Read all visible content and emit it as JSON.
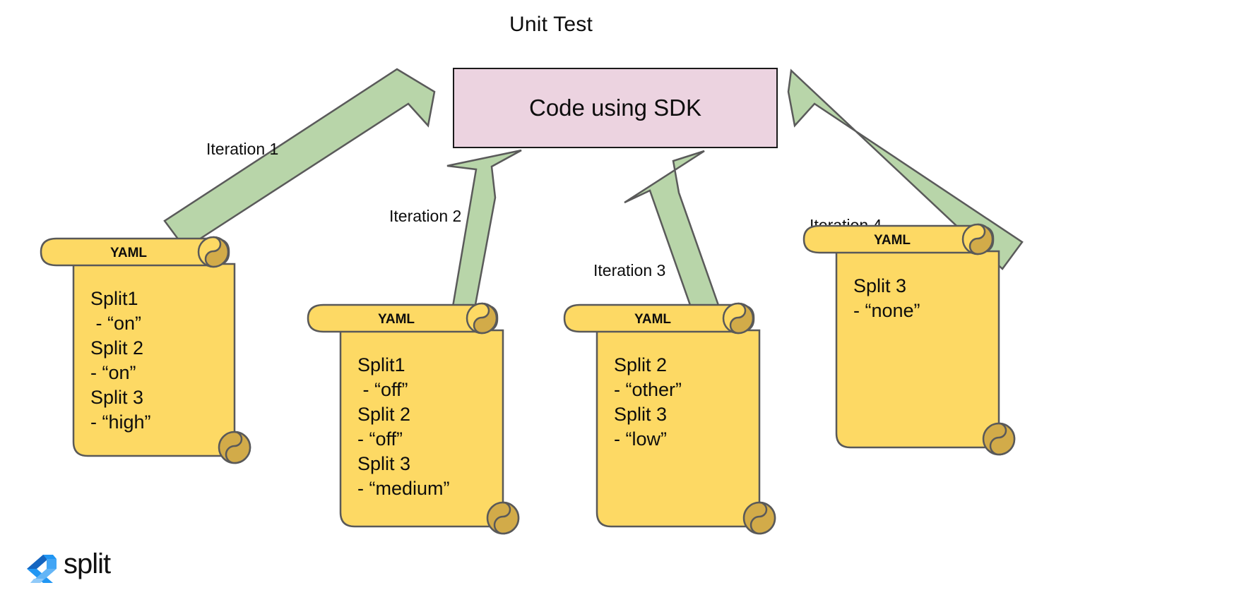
{
  "title": "Unit Test",
  "process_box": {
    "label": "Code using SDK",
    "fill": "#ecd3e0",
    "stroke": "#1a1a1a"
  },
  "arrow_style": {
    "fill": "#b8d5a9",
    "stroke": "#5a5a5a"
  },
  "scroll_style": {
    "fill": "#fdd964",
    "stroke": "#595959",
    "curl_fill": "#d2ab49"
  },
  "arrows": [
    {
      "label": "Iteration 1",
      "from": "yaml-1",
      "to": "process-box"
    },
    {
      "label": "Iteration 2",
      "from": "yaml-2",
      "to": "process-box"
    },
    {
      "label": "Iteration 3",
      "from": "yaml-3",
      "to": "process-box"
    },
    {
      "label": "Iteration 4",
      "from": "yaml-4",
      "to": "process-box"
    }
  ],
  "documents": [
    {
      "id": "yaml-1",
      "header": "YAML",
      "body": "Split1\n - “on”\nSplit 2\n- “on”\nSplit 3\n- “high”",
      "entries": [
        {
          "split": "Split1",
          "value": "“on”"
        },
        {
          "split": "Split 2",
          "value": "“on”"
        },
        {
          "split": "Split 3",
          "value": "“high”"
        }
      ]
    },
    {
      "id": "yaml-2",
      "header": "YAML",
      "body": "Split1\n - “off”\nSplit 2\n- “off”\nSplit 3\n- “medium”",
      "entries": [
        {
          "split": "Split1",
          "value": "“off”"
        },
        {
          "split": "Split 2",
          "value": "“off”"
        },
        {
          "split": "Split 3",
          "value": "“medium”"
        }
      ]
    },
    {
      "id": "yaml-3",
      "header": "YAML",
      "body": "Split 2\n- “other”\nSplit 3\n- “low”",
      "entries": [
        {
          "split": "Split 2",
          "value": "“other”"
        },
        {
          "split": "Split 3",
          "value": "“low”"
        }
      ]
    },
    {
      "id": "yaml-4",
      "header": "YAML",
      "body": "Split 3\n- “none”",
      "entries": [
        {
          "split": "Split 3",
          "value": "“none”"
        }
      ]
    }
  ],
  "logo": {
    "text": "split",
    "mark_colors": [
      "#1565c0",
      "#2196f3",
      "#64b5f6",
      "#90caf9"
    ]
  }
}
